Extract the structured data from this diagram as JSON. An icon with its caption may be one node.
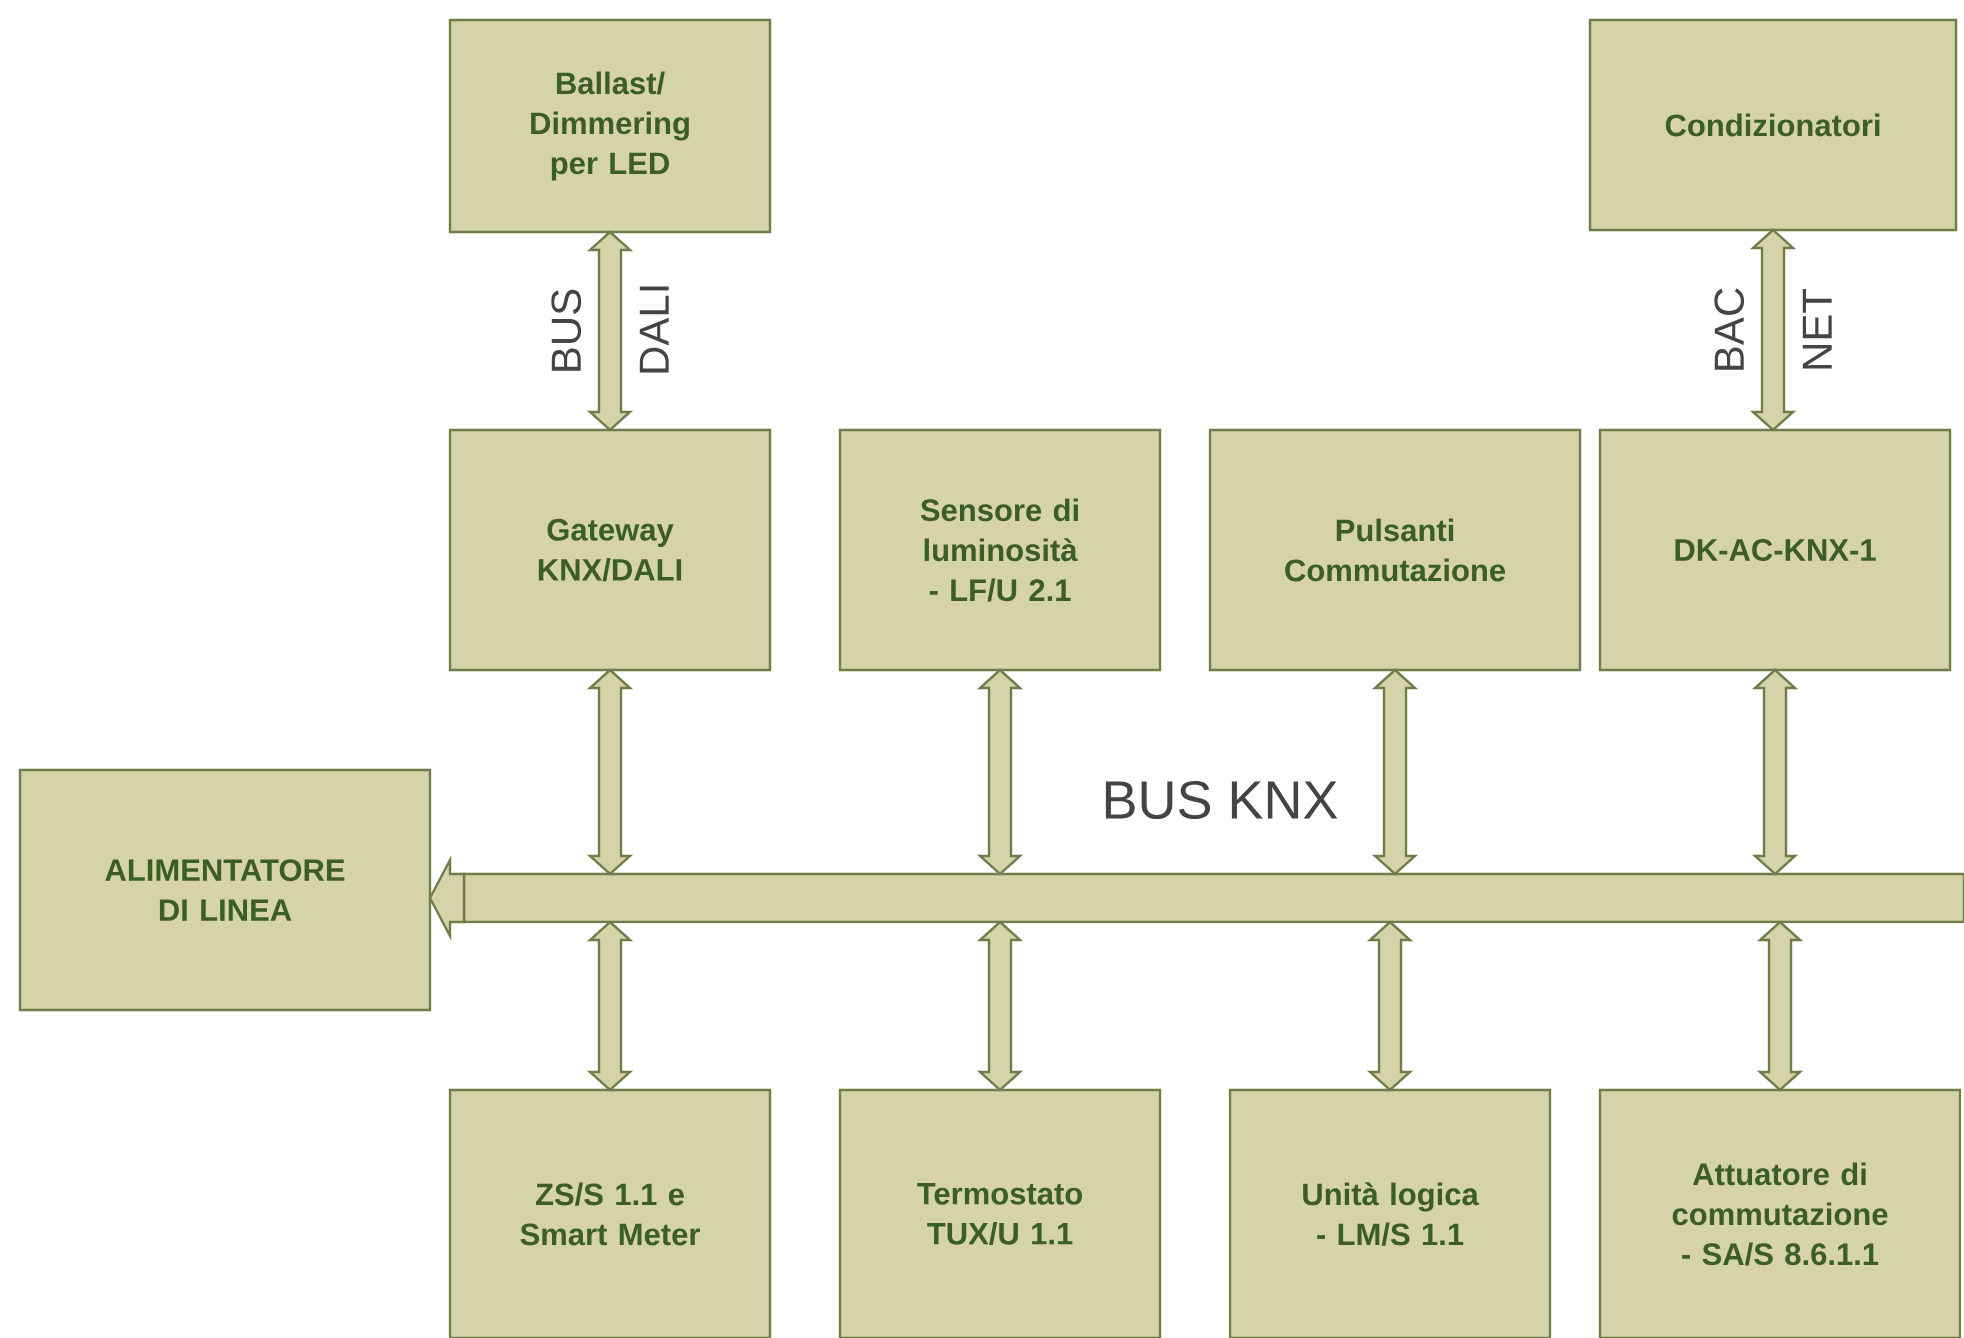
{
  "diagram": {
    "nodes": [
      {
        "text": [
          "Ballast/ Dimmering per LED"
        ]
      },
      {
        "text": [
          "Condizionatori"
        ]
      },
      {
        "text": [
          "Gateway KNX/DALI"
        ]
      },
      {
        "text": [
          "Sensore di luminosità - LF/U 2.1"
        ]
      },
      {
        "text": [
          "Pulsanti Commutazione"
        ]
      },
      {
        "text": [
          "DK-AC-KNX-1"
        ]
      },
      {
        "text": [
          "ALIMENTATORE DI LINEA"
        ]
      },
      {
        "text": [
          "BUS KNX"
        ]
      },
      {
        "text": [
          "ZS/S 1.1 e Smart Meter"
        ]
      },
      {
        "text": [
          "Termostato TUX/U 1.1"
        ]
      },
      {
        "text": [
          "Unità logica - LM/S 1.1"
        ]
      },
      {
        "text": [
          "Attuatore di commutazione - SA/S 8.6.1.1"
        ]
      }
    ],
    "edges": [
      {
        "from": 0,
        "to": 2,
        "arrow": "both",
        "label": "BUS DALI"
      },
      {
        "from": 1,
        "to": 5,
        "arrow": "both",
        "label": "BAC NET"
      },
      {
        "from": 2,
        "to": 7,
        "arrow": "both"
      },
      {
        "from": 3,
        "to": 7,
        "arrow": "both"
      },
      {
        "from": 4,
        "to": 7,
        "arrow": "both"
      },
      {
        "from": 5,
        "to": 7,
        "arrow": "both"
      },
      {
        "from": 7,
        "to": 6,
        "arrow": "to"
      },
      {
        "from": 7,
        "to": 8,
        "arrow": "both"
      },
      {
        "from": 7,
        "to": 9,
        "arrow": "both"
      },
      {
        "from": 7,
        "to": 10,
        "arrow": "both"
      },
      {
        "from": 7,
        "to": 11,
        "arrow": "both"
      }
    ]
  }
}
